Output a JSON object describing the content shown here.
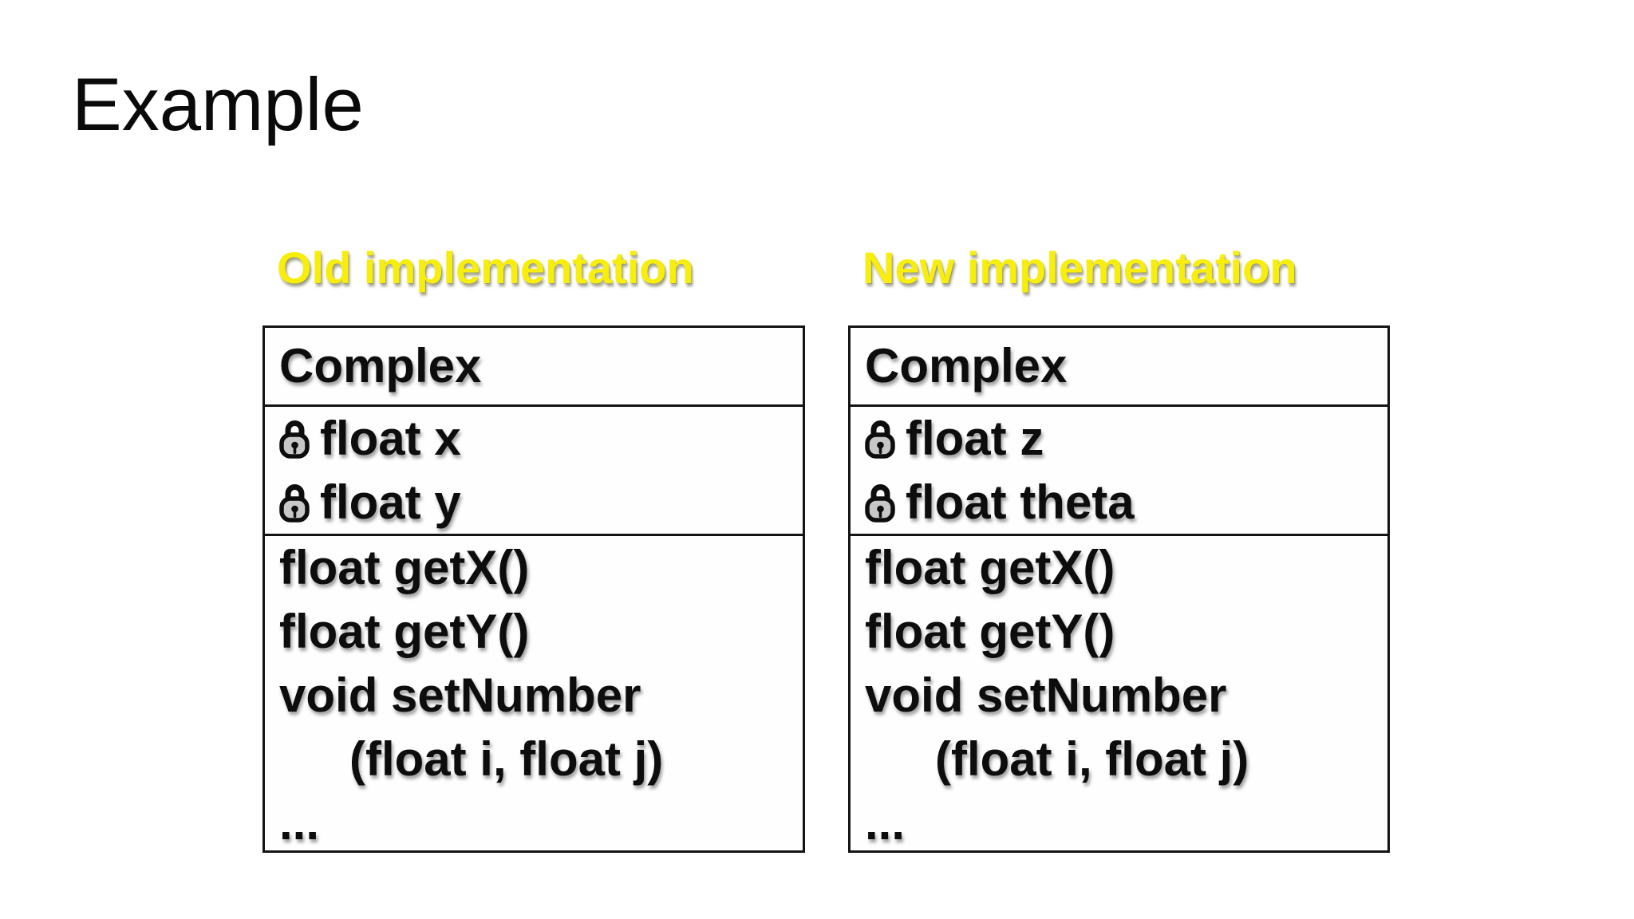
{
  "slide": {
    "title": "Example",
    "background": "#ffffff"
  },
  "colors": {
    "heading_yellow": "#f8ee0c",
    "text_black": "#0d0d0d",
    "box_border": "#141414",
    "lock_body_fill": "#c7c7c7"
  },
  "icons": {
    "attribute_visibility": "lock-icon"
  },
  "columns": [
    {
      "heading": "Old implementation",
      "class_name": "Complex",
      "attributes": [
        {
          "icon": "lock-icon",
          "label": "float x"
        },
        {
          "icon": "lock-icon",
          "label": "float y"
        }
      ],
      "methods": [
        {
          "text": "float getX()",
          "indent": false
        },
        {
          "text": "float getY()",
          "indent": false
        },
        {
          "text": "void setNumber",
          "indent": false
        },
        {
          "text": "(float i, float j)",
          "indent": true
        },
        {
          "text": "...",
          "indent": false
        }
      ]
    },
    {
      "heading": "New implementation",
      "class_name": "Complex",
      "attributes": [
        {
          "icon": "lock-icon",
          "label": "float z"
        },
        {
          "icon": "lock-icon",
          "label": "float theta"
        }
      ],
      "methods": [
        {
          "text": "float getX()",
          "indent": false
        },
        {
          "text": "float getY()",
          "indent": false
        },
        {
          "text": "void setNumber",
          "indent": false
        },
        {
          "text": "(float i, float j)",
          "indent": true
        },
        {
          "text": "...",
          "indent": false
        }
      ]
    }
  ]
}
